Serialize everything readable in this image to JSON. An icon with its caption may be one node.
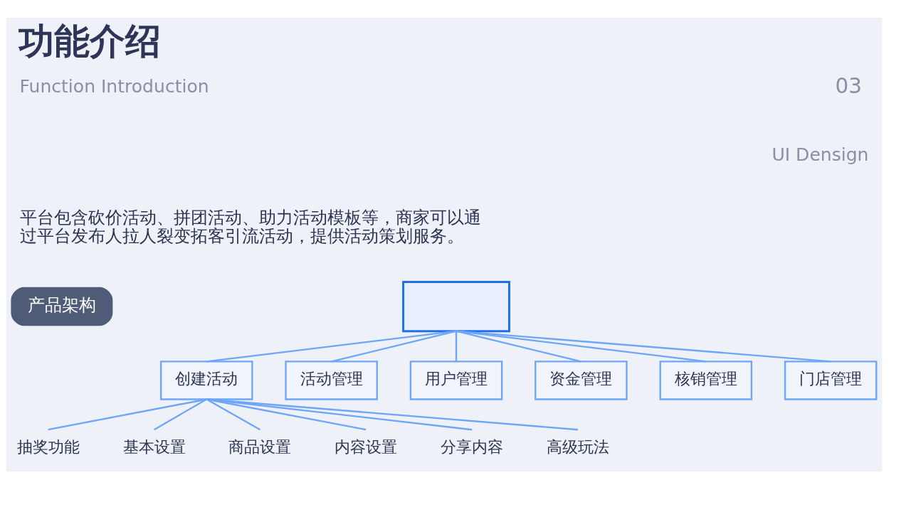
{
  "diagram": {
    "title": "功能介绍",
    "nodes": [
      {
        "text": [
          "产品架构"
        ]
      },
      {
        "text": [],
        "shape": "box"
      },
      {
        "text": [
          "创建活动"
        ]
      },
      {
        "text": [
          "活动管理"
        ]
      },
      {
        "text": [
          "用户管理"
        ]
      },
      {
        "text": [
          "资金管理"
        ]
      },
      {
        "text": [
          "核销管理"
        ]
      },
      {
        "text": [
          "门店管理"
        ]
      },
      {
        "text": [
          "抽奖功能"
        ]
      },
      {
        "text": [
          "基本设置"
        ]
      },
      {
        "text": [
          "商品设置"
        ]
      },
      {
        "text": [
          "内容设置"
        ]
      },
      {
        "text": [
          "分享内容"
        ]
      },
      {
        "text": [
          "高级玩法"
        ]
      }
    ],
    "edges": [
      {
        "from": 1,
        "to": 2,
        "arrow": "none"
      },
      {
        "from": 1,
        "to": 3,
        "arrow": "none"
      },
      {
        "from": 1,
        "to": 4,
        "arrow": "none"
      },
      {
        "from": 1,
        "to": 5,
        "arrow": "none"
      },
      {
        "from": 1,
        "to": 6,
        "arrow": "none"
      },
      {
        "from": 1,
        "to": 7,
        "arrow": "none"
      },
      {
        "from": 2,
        "to": 8,
        "arrow": "none"
      },
      {
        "from": 2,
        "to": 9,
        "arrow": "none"
      },
      {
        "from": 2,
        "to": 10,
        "arrow": "none"
      },
      {
        "from": 2,
        "to": 11,
        "arrow": "none"
      },
      {
        "from": 2,
        "to": 12,
        "arrow": "none"
      },
      {
        "from": 2,
        "to": 13,
        "arrow": "none"
      }
    ],
    "labels": [
      "Function Introduction",
      "03",
      "UI Densign",
      "平台包含砍价活动、拼团活动、助力活动模板等，商家可以通过平台发布人拉人裂变拓客引流活动，提供活动策划服务。"
    ]
  }
}
